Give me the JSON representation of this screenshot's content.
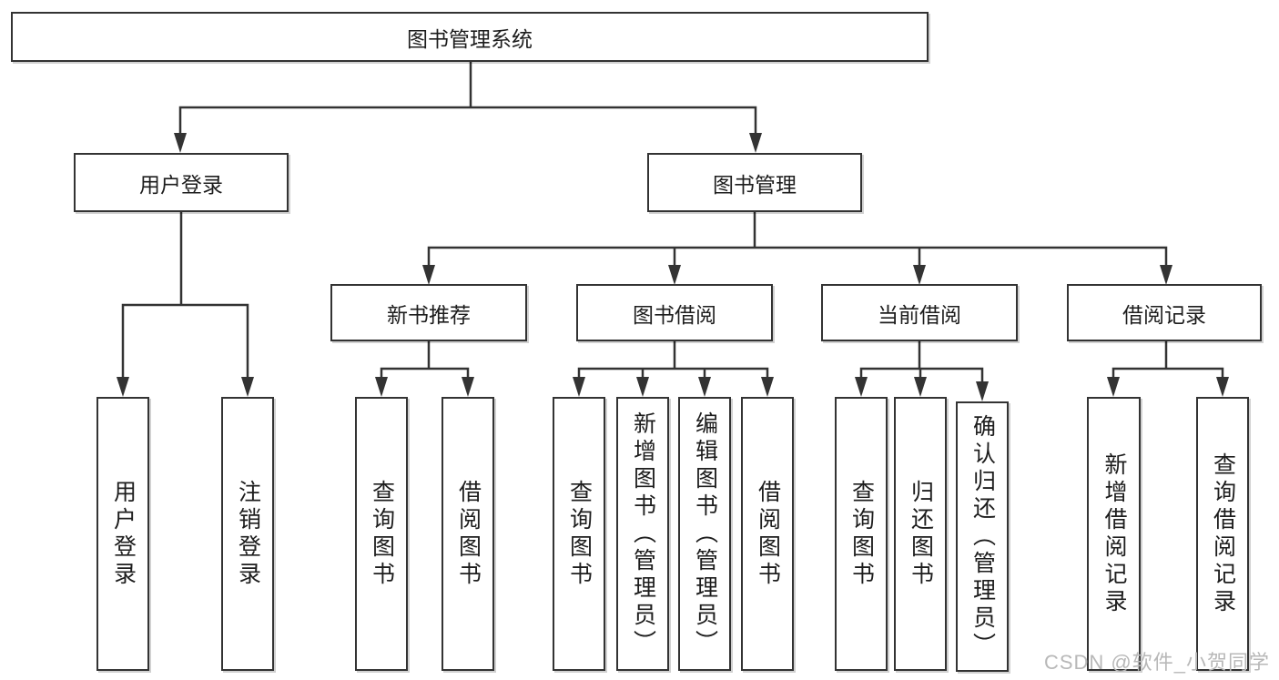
{
  "tree": {
    "root": {
      "label": "图书管理系统"
    },
    "branches": [
      {
        "label": "用户登录",
        "children": [
          {
            "label": "用户登录"
          },
          {
            "label": "注销登录"
          }
        ]
      },
      {
        "label": "图书管理",
        "children": [
          {
            "label": "新书推荐",
            "children": [
              {
                "label": "查询图书"
              },
              {
                "label": "借阅图书"
              }
            ]
          },
          {
            "label": "图书借阅",
            "children": [
              {
                "label": "查询图书"
              },
              {
                "label": "新增图书（管理员）"
              },
              {
                "label": "编辑图书（管理员）"
              },
              {
                "label": "借阅图书"
              }
            ]
          },
          {
            "label": "当前借阅",
            "children": [
              {
                "label": "查询图书"
              },
              {
                "label": "归还图书"
              },
              {
                "label": "确认归还（管理员）"
              }
            ]
          },
          {
            "label": "借阅记录",
            "children": [
              {
                "label": "新增借阅记录"
              },
              {
                "label": "查询借阅记录"
              }
            ]
          }
        ]
      }
    ]
  },
  "watermark": {
    "text": "CSDN @软件_小贺同学"
  },
  "colors": {
    "line": "#333333",
    "text": "#1d1d1d",
    "background": "#ffffff",
    "watermark": "#b8b8b8"
  }
}
